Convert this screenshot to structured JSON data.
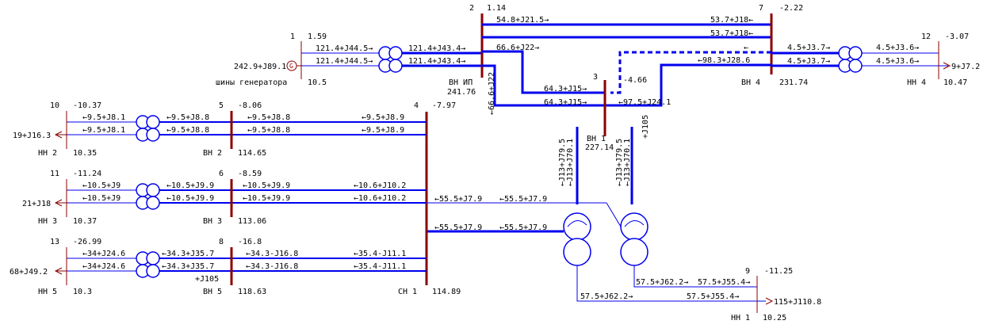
{
  "generator": {
    "label": "шины генератора",
    "power": "242.9+J89.1",
    "symbol": "G"
  },
  "nodes": {
    "n1": {
      "num": "1",
      "angle": "1.59",
      "voltage": "10.5"
    },
    "n2": {
      "num": "2",
      "angle": "1.14",
      "voltage": "241.76",
      "name": "ВН ИП"
    },
    "n3": {
      "num": "3",
      "angle": "-4.66",
      "voltage": "227.14",
      "name": "ВН 1"
    },
    "n4": {
      "num": "4",
      "angle": "-7.97",
      "voltage": "114.89",
      "name": "СН 1"
    },
    "n5": {
      "num": "5",
      "angle": "-8.06",
      "voltage": "114.65",
      "name": "ВН 2"
    },
    "n6": {
      "num": "6",
      "angle": "-8.59",
      "voltage": "113.06",
      "name": "ВН 3"
    },
    "n7": {
      "num": "7",
      "angle": "-2.22",
      "voltage": "231.74",
      "name": "ВН 4"
    },
    "n8": {
      "num": "8",
      "angle": "-16.8",
      "voltage": "118.63",
      "name": "ВН 5"
    },
    "n9": {
      "num": "9",
      "angle": "-11.25",
      "voltage": "10.25",
      "name": "НН 1"
    },
    "n10": {
      "num": "10",
      "angle": "-10.37",
      "voltage": "10.35",
      "name": "НН 2"
    },
    "n11": {
      "num": "11",
      "angle": "-11.24",
      "voltage": "10.37",
      "name": "НН 3"
    },
    "n12": {
      "num": "12",
      "angle": "-3.07",
      "voltage": "10.47",
      "name": "НН 4"
    },
    "n13": {
      "num": "13",
      "angle": "-26.99",
      "voltage": "10.3",
      "name": "НН 5"
    }
  },
  "flows": {
    "g1a": "121.4+J44.5→",
    "g1b": "121.4+J44.5→",
    "g2a": "121.4+J43.4→",
    "g2b": "121.4+J43.4→",
    "l27a": "54.8+J21.5→",
    "l27b": "53.7+J18←",
    "l27c": "53.7+J18←",
    "l23a": "66.6+J22→",
    "l23v": "←66.6+J22",
    "l23b": "64.3+J15→",
    "l23c": "64.3+J15→",
    "l73a": "←",
    "l73b": "←98.3+J28.6",
    "l73c": "←97.5+J24.1",
    "t7a": "4.5+J3.7→",
    "t7b": "4.5+J3.7→",
    "t12a": "4.5+J3.6→",
    "t12b": "4.5+J3.6→",
    "load12": "9+J7.2",
    "j105a": "+J105",
    "v1": "←J13+J79.5",
    "v2": "←J13+J70.1",
    "v3": "←J13+J79.5",
    "v4": "←J13+J70.1",
    "r2a": "←9.5+J8.1",
    "r2b": "←9.5+J8.1",
    "r2c": "←9.5+J8.8",
    "r2d": "←9.5+J8.8",
    "r2e": "←9.5+J8.8",
    "r2f": "←9.5+J8.8",
    "r2g": "←9.5+J8.9",
    "r2h": "←9.5+J8.9",
    "load10": "19+J16.3",
    "r3a": "←10.5+J9",
    "r3b": "←10.5+J9",
    "r3c": "←10.5+J9.9",
    "r3d": "←10.5+J9.9",
    "r3e": "←10.5+J9.9",
    "r3f": "←10.5+J9.9",
    "r3g": "←10.6+J10.2",
    "r3h": "←10.6+J10.2",
    "load11": "21+J18",
    "at1": "←55.5+J7.9",
    "at2": "←55.5+J7.9",
    "at3": "←55.5+J7.9",
    "at4": "←55.5+J7.9",
    "r5a": "←34+J24.6",
    "r5b": "←34+J24.6",
    "r5c": "←34.3+J35.7",
    "r5d": "←34.3+J35.7",
    "r5e": "←34.3-J16.8",
    "r5f": "←34.3-J16.8",
    "r5g": "←35.4-J11.1",
    "r5h": "←35.4-J11.1",
    "j105b": "+J105",
    "load13": "68+J49.2",
    "n9a": "57.5+J62.2→",
    "n9b": "57.5+J55.4→",
    "n9c": "57.5+J62.2→",
    "n9d": "57.5+J55.4→",
    "load9": "115+J110.8"
  },
  "colors": {
    "line": "#0000ee",
    "bus": "#8b0000"
  }
}
